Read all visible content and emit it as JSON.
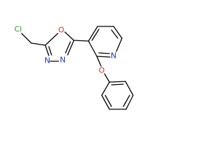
{
  "molecule": {
    "atoms": {
      "chlorine": "Cl",
      "oxadiazole_oxygen": "O",
      "oxadiazole_nitrogen_right": "N",
      "oxadiazole_nitrogen_left": "N",
      "pyridine_nitrogen": "N",
      "ether_oxygen": "O"
    },
    "colors": {
      "chlorine": "#2e9a2e",
      "oxygen": "#e0281e",
      "nitrogen": "#2233cc",
      "bond": "#000000"
    }
  }
}
